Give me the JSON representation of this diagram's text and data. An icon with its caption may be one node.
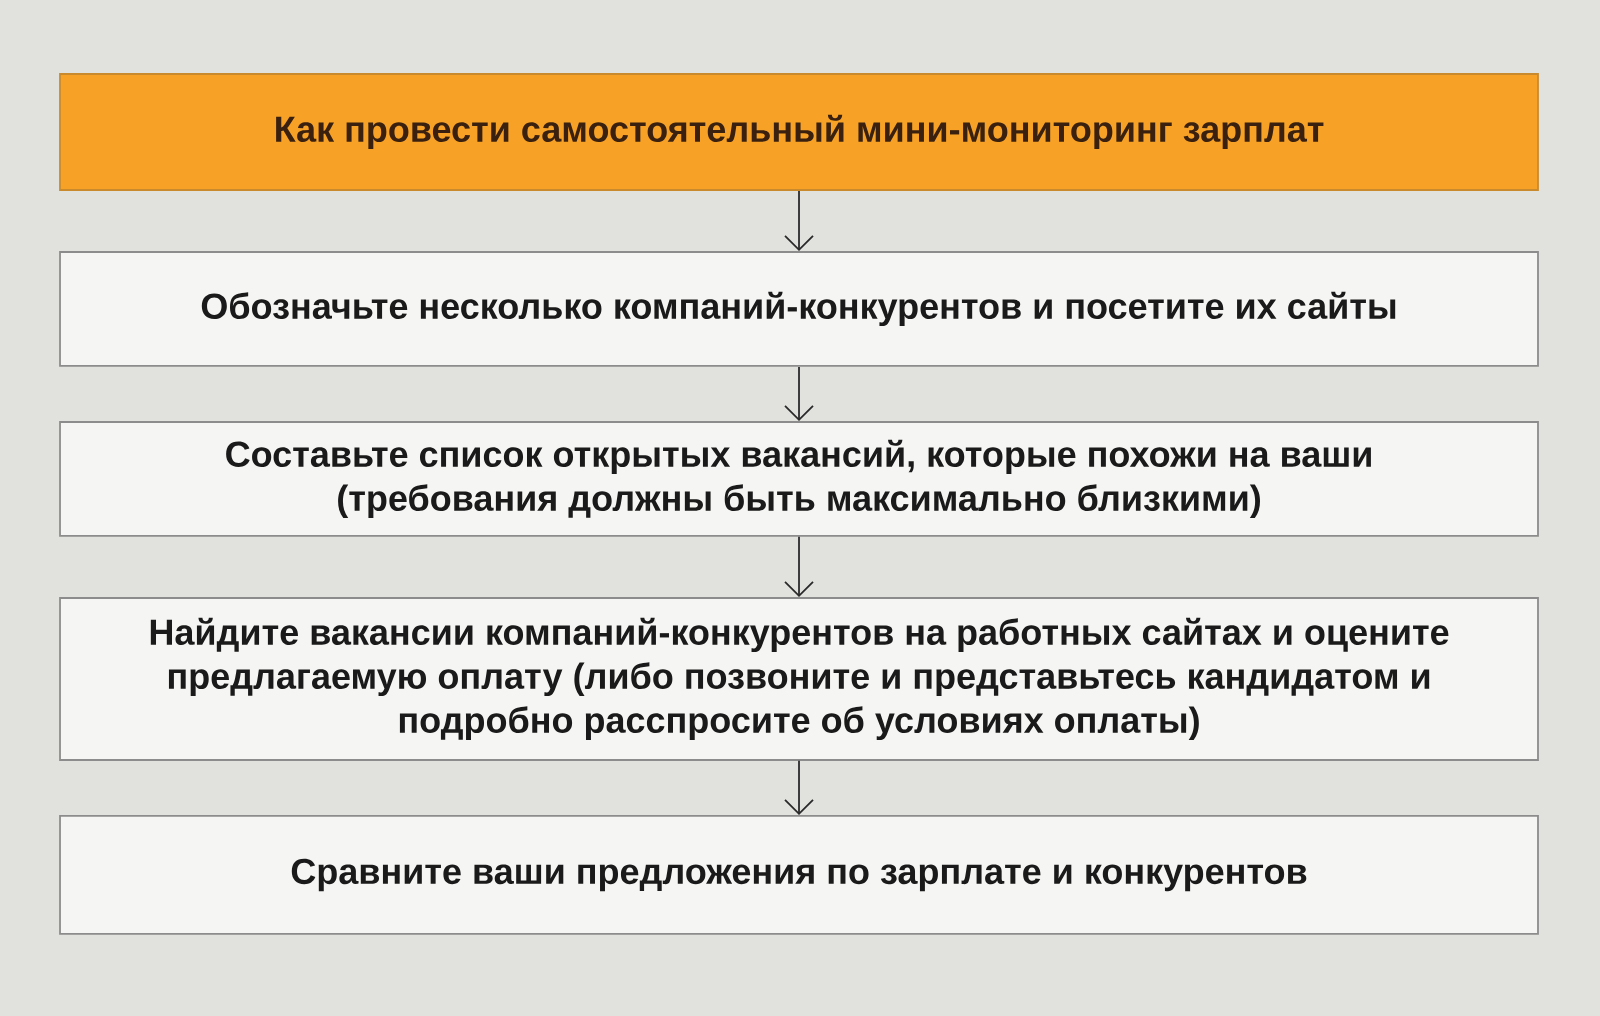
{
  "diagram": {
    "nodes": [
      {
        "text": [
          "Как провести самостоятельный мини-мониторинг зарплат"
        ]
      },
      {
        "text": [
          "Обозначьте несколько компаний-конкурентов и посетите их сайты"
        ]
      },
      {
        "text": [
          "Составьте список открытых вакансий, которые похожи на ваши (требования должны быть максимально близкими)"
        ]
      },
      {
        "text": [
          "Найдите вакансии компаний-конкурентов на работных сайтах и оцените предлагаемую оплату (либо позвоните и представьтесь кандидатом и подробно расспросите об условиях оплаты)"
        ]
      },
      {
        "text": [
          "Сравните ваши предложения по зарплате и конкурентов"
        ]
      }
    ],
    "edges": [
      {
        "from": 0,
        "to": 1,
        "arrow": "to"
      },
      {
        "from": 1,
        "to": 2,
        "arrow": "to"
      },
      {
        "from": 2,
        "to": 3,
        "arrow": "to"
      },
      {
        "from": 3,
        "to": 4,
        "arrow": "to"
      }
    ]
  }
}
